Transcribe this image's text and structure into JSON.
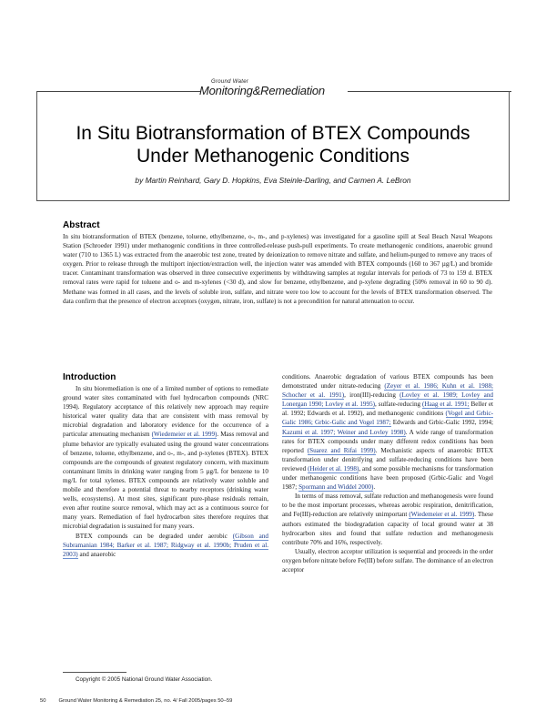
{
  "masthead": {
    "ground_water": "Ground Water",
    "name": "Monitoring&Remediation"
  },
  "title_line1": "In Situ Biotransformation of BTEX Compounds",
  "title_line2": "Under Methanogenic Conditions",
  "authors": "by Martin Reinhard, Gary D. Hopkins, Eva Steinle-Darling, and Carmen A. LeBron",
  "abstract": {
    "heading": "Abstract",
    "text": "In situ biotransformation of BTEX (benzene, toluene, ethylbenzene, o-, m-, and p-xylenes) was investigated for a gasoline spill at Seal Beach Naval Weapons Station (Schroeder 1991) under methanogenic conditions in three controlled-release push-pull experiments. To create methanogenic conditions, anaerobic ground water (710 to 1365 L) was extracted from the anaerobic test zone, treated by deionization to remove nitrate and sulfate, and helium-purged to remove any traces of oxygen. Prior to release through the multiport injection/extraction well, the injection water was amended with BTEX compounds (160 to 367 µg/L) and bromide tracer. Contaminant transformation was observed in three consecutive experiments by withdrawing samples at regular intervals for periods of 73 to 159 d. BTEX removal rates were rapid for toluene and o- and m-xylenes (<30 d), and slow for benzene, ethylbenzene, and p-xylene degrading (50% removal in 60 to 90 d). Methane was formed in all cases, and the levels of soluble iron, sulfate, and nitrate were too low to account for the levels of BTEX transformation observed. The data confirm that the presence of electron acceptors (oxygen, nitrate, iron, sulfate) is not a precondition for natural attenuation to occur."
  },
  "introduction": {
    "heading": "Introduction",
    "col1_p1": "In situ bioremediation is one of a limited number of options to remediate ground water sites contaminated with fuel hydrocarbon compounds (NRC 1994). Regulatory acceptance of this relatively new approach may require historical water quality data that are consistent with mass removal by microbial degradation and laboratory evidence for the occurrence of a particular attenuating mechanism",
    "col1_p1_cite": "(Wiedemeier et al. 1999)",
    "col1_p1_cont": ". Mass removal and plume behavior are typically evaluated using the ground water concentrations of benzene, toluene, ethylbenzene, and o-, m-, and p-xylenes (BTEX). BTEX compounds are the compounds of greatest regulatory concern, with maximum contaminant limits in drinking water ranging from 5 µg/L for benzene to 10 mg/L for total xylenes. BTEX compounds are relatively water soluble and mobile and therefore a potential threat to nearby receptors (drinking water wells, ecosystems). At most sites, significant pure-phase residuals remain, even after routine source removal, which may act as a continuous source for many years. Remediation of fuel hydrocarbon sites therefore requires that microbial degradation is sustained for many years.",
    "col1_p2": "BTEX compounds can be degraded under aerobic",
    "col1_p2_cites": "(Gibson and Subramanian 1984; Barker et al. 1987; Ridgway et al. 1990b; Pruden et al. 2003)",
    "col1_p2_end": "and anaerobic",
    "col2_p1_a": "conditions. Anaerobic degradation of various BTEX compounds has been demonstrated under nitrate-reducing",
    "col2_cite1": "(Zeyer et al. 1986; Kuhn et al. 1988; Schocher et al. 1991)",
    "col2_p1_b": ", iron(III)-reducing",
    "col2_cite2": "(Lovley et al. 1989; Lovley and Lonergan 1990; Lovley et al. 1995)",
    "col2_p1_c": ", sulfate-reducing",
    "col2_cite3": "(Haag et al. 1991;",
    "col2_p1_d": "Beller et al. 1992; Edwards et al. 1992), and methanogenic conditions",
    "col2_cite4": "(Vogel and Grbic-Galic 1986; Grbic-Galic and Vogel 1987;",
    "col2_p1_e": "Edwards and Grbic-Galic 1992, 1994;",
    "col2_cite5": "Kazumi et al. 1997; Weiner and Lovley 1998)",
    "col2_p1_f": ". A wide range of transformation rates for BTEX compounds under many different redox conditions has been reported",
    "col2_cite6": "(Suarez and Rifai 1999)",
    "col2_p1_g": ". Mechanistic aspects of anaerobic BTEX transformation under denitrifying and sulfate-reducing conditions have been reviewed",
    "col2_cite7": "(Heider et al. 1998)",
    "col2_p1_h": ", and some possible mechanisms for transformation under methanogenic conditions have been proposed (Grbic-Galic and Vogel 1987;",
    "col2_cite8": "Spormann and Widdel 2000)",
    "col2_p1_i": ".",
    "col2_p2_a": "In terms of mass removal, sulfate reduction and methanogenesis were found to be the most important processes, whereas aerobic respiration, denitrification, and Fe(III)-reduction are relatively unimportant",
    "col2_cite9": "(Wiedemeier et al. 1999)",
    "col2_p2_b": ". These authors estimated the biodegradation capacity of local ground water at 38 hydrocarbon sites and found that sulfate reduction and methanogenesis contribute 70% and 16%, respectively.",
    "col2_p3": "Usually, electron acceptor utilization is sequential and proceeds in the order oxygen before nitrate before Fe(III) before sulfate. The dominance of an electron acceptor"
  },
  "copyright": "Copyright © 2005 National Ground Water Association.",
  "footer": {
    "page": "50",
    "citation": "Ground Water Monitoring & Remediation 25, no. 4/ Fall 2005/pages 50–59"
  }
}
